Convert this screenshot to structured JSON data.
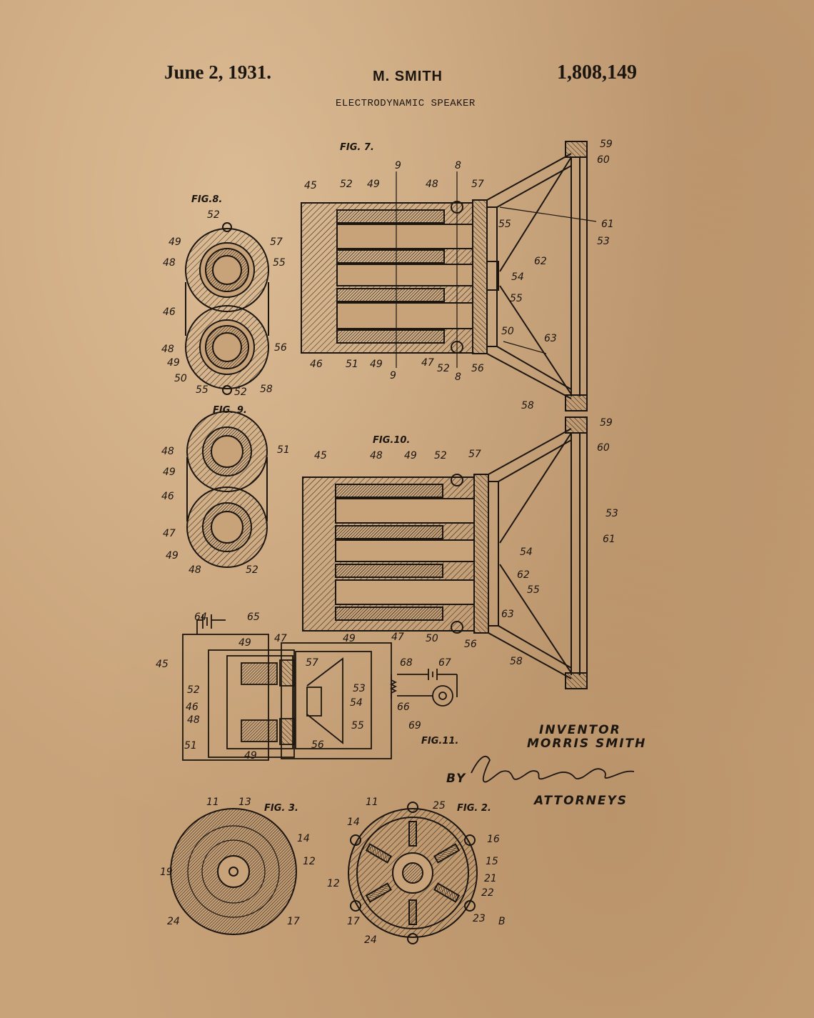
{
  "header": {
    "date": "June 2, 1931.",
    "inventor_short": "M. SMITH",
    "patent_number": "1,808,149",
    "title": "ELECTRODYNAMIC SPEAKER"
  },
  "figures": {
    "fig7": "FIG. 7.",
    "fig8": "FIG.8.",
    "fig9": "FIG. 9.",
    "fig10": "FIG.10.",
    "fig11": "FIG.11.",
    "fig3": "FIG. 3.",
    "fig2": "FIG. 2."
  },
  "signature": {
    "inventor_label": "INVENTOR",
    "inventor_name": "MORRIS SMITH",
    "by": "BY",
    "attorneys_signature": "Hazard and Miller",
    "attorneys_label": "ATTORNEYS"
  },
  "labels": {
    "fig7": [
      "45",
      "52",
      "49",
      "48",
      "9",
      "8",
      "57",
      "55",
      "62",
      "54",
      "55",
      "50",
      "63",
      "59",
      "60",
      "61",
      "53",
      "46",
      "51",
      "49",
      "9",
      "47",
      "52",
      "8",
      "56",
      "58"
    ],
    "fig8": [
      "52",
      "49",
      "57",
      "48",
      "55",
      "46",
      "48",
      "56",
      "49",
      "50",
      "55",
      "52",
      "58"
    ],
    "fig9": [
      "48",
      "51",
      "49",
      "46",
      "47",
      "49",
      "48",
      "52"
    ],
    "fig10": [
      "45",
      "48",
      "49",
      "52",
      "57",
      "59",
      "60",
      "53",
      "61",
      "54",
      "62",
      "55",
      "63",
      "49",
      "47",
      "50",
      "56",
      "58"
    ],
    "fig11": [
      "64",
      "65",
      "47",
      "49",
      "45",
      "57",
      "52",
      "46",
      "48",
      "51",
      "49",
      "56",
      "53",
      "54",
      "55",
      "68",
      "67",
      "66",
      "69"
    ],
    "fig3": [
      "11",
      "13",
      "14",
      "12",
      "19",
      "24",
      "17"
    ],
    "fig2": [
      "11",
      "25",
      "14",
      "16",
      "15",
      "12",
      "21",
      "22",
      "17",
      "23",
      "24",
      "B"
    ]
  },
  "colors": {
    "paper": "#c8a279",
    "ink": "#1c1610"
  }
}
